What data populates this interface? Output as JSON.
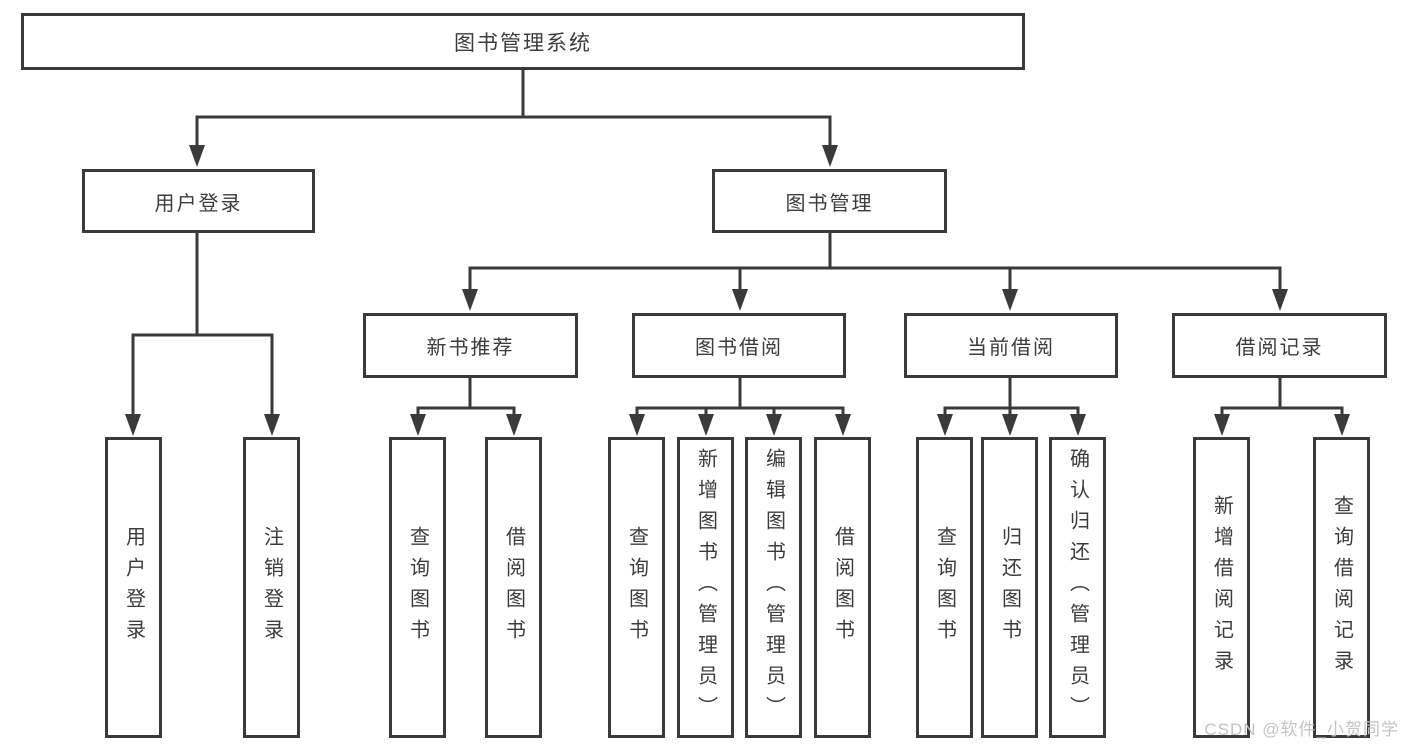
{
  "diagram": {
    "root": "图书管理系统",
    "level2": [
      "用户登录",
      "图书管理"
    ],
    "level3": [
      "新书推荐",
      "图书借阅",
      "当前借阅",
      "借阅记录"
    ],
    "leaves": {
      "user_login": [
        "用户登录",
        "注销登录"
      ],
      "new_book_recommend": [
        "查询图书",
        "借阅图书"
      ],
      "book_borrow": [
        "查询图书",
        "新增图书（管理员）",
        "编辑图书（管理员）",
        "借阅图书"
      ],
      "current_borrow": [
        "查询图书",
        "归还图书",
        "确认归还（管理员）"
      ],
      "borrow_record": [
        "新增借阅记录",
        "查询借阅记录"
      ]
    },
    "watermark": "CSDN @软件_小贺同学",
    "colors": {
      "line": "#3a3a3a",
      "text": "#3c3c3c",
      "watermark": "#c3c3c3",
      "background": "#ffffff"
    }
  }
}
